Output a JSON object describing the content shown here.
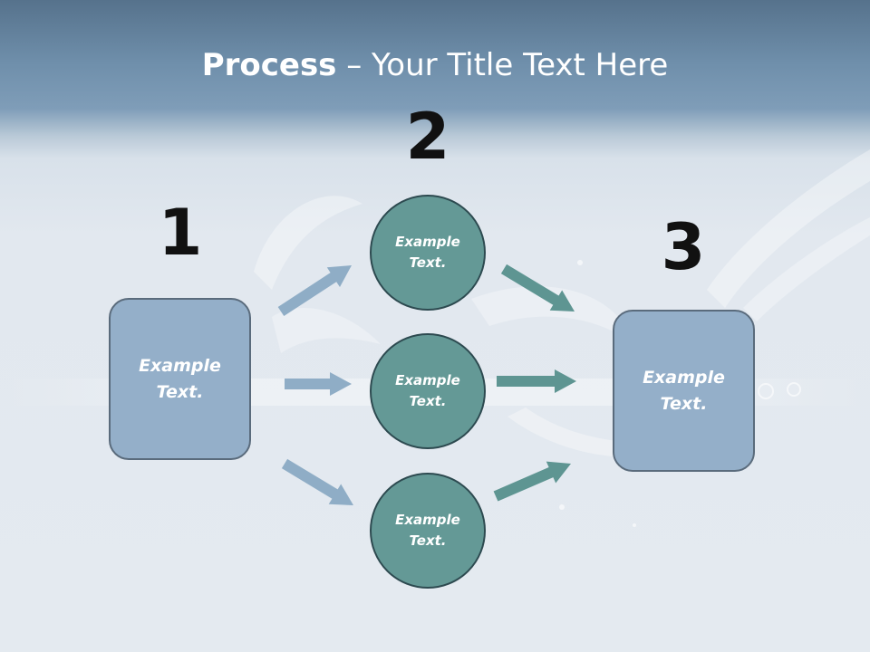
{
  "title": {
    "bold": "Process",
    "rest": " – Your Title Text Here"
  },
  "steps": {
    "one": {
      "number": "1",
      "label": "Example\nText."
    },
    "two": {
      "number": "2",
      "label_top": "Example\nText.",
      "label_mid": "Example\nText.",
      "label_bot": "Example\nText."
    },
    "three": {
      "number": "3",
      "label": "Example\nText."
    }
  },
  "colors": {
    "box_fill": "#94afc9",
    "circle_fill": "#649996",
    "arrow_left": "#8fadc6",
    "arrow_right": "#5e9592"
  }
}
